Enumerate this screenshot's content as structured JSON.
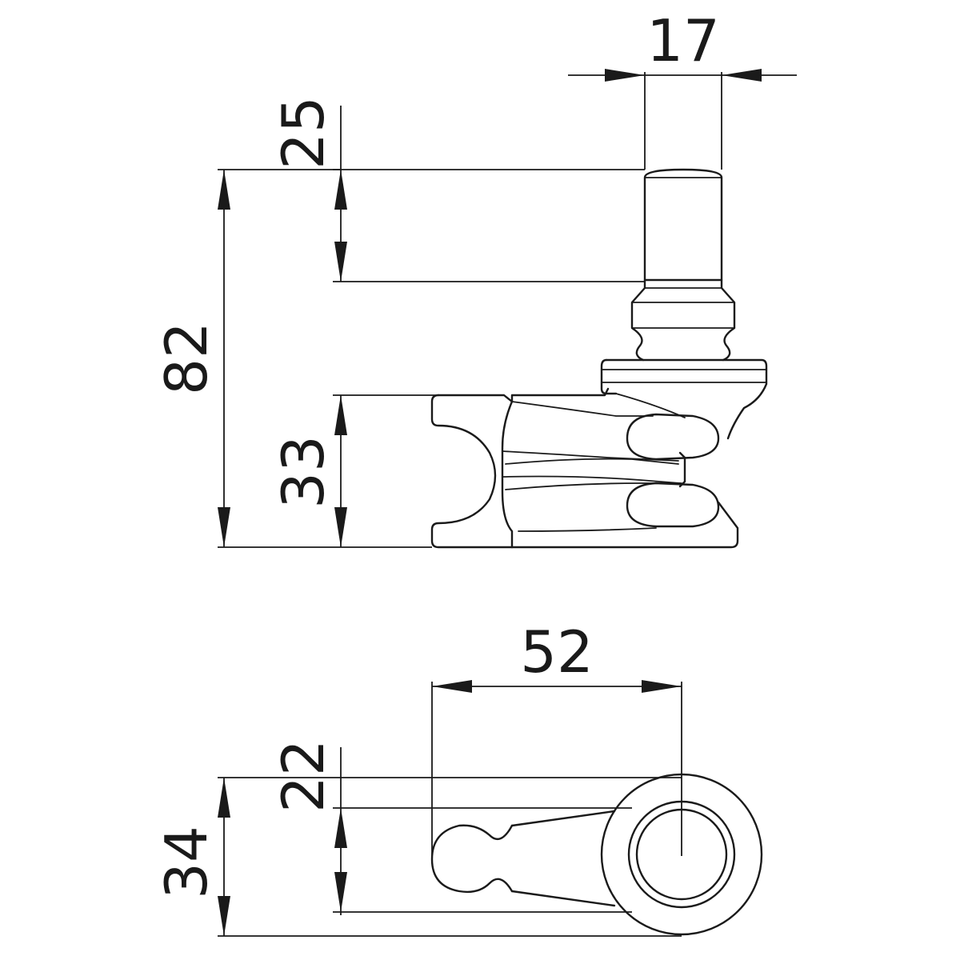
{
  "drawing": {
    "colors": {
      "line": "#1a1a1a",
      "background": "#ffffff"
    },
    "side_view": {
      "dimensions": {
        "pin_diameter": "17",
        "pin_length": "25",
        "overall_height": "82",
        "base_height": "33"
      }
    },
    "top_view": {
      "dimensions": {
        "center_distance": "52",
        "inner_width": "22",
        "outer_width": "34"
      }
    }
  }
}
